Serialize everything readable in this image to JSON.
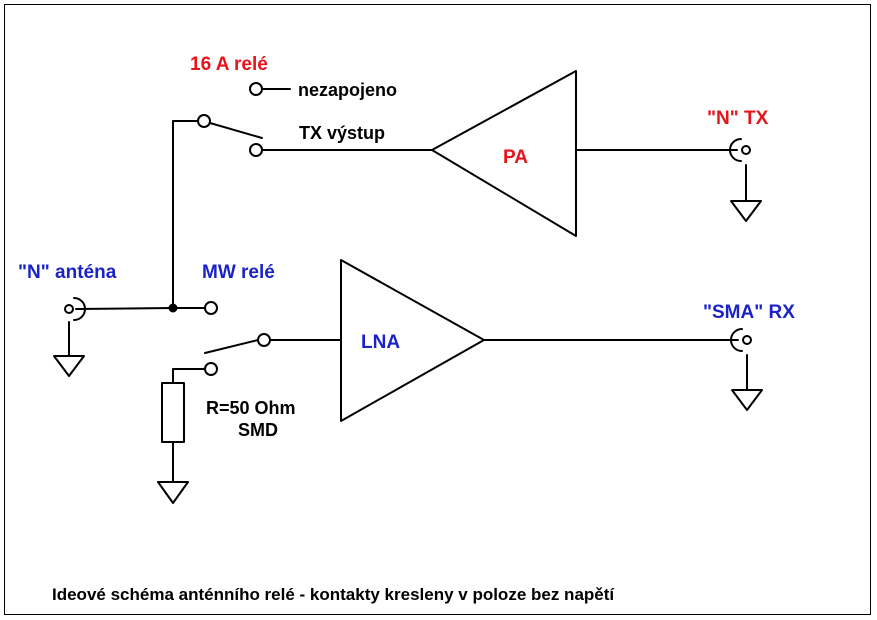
{
  "diagram": {
    "colors": {
      "line": "#000000",
      "red_label": "#e8141b",
      "blue_label": "#1a23c8",
      "background": "#ffffff"
    },
    "labels": {
      "relay_16a": "16 A relé",
      "not_connected": "nezapojeno",
      "tx_output": "TX výstup",
      "pa": "PA",
      "n_tx": "\"N\" TX",
      "n_antenna": "\"N\" anténa",
      "mw_relay": "MW relé",
      "lna": "LNA",
      "sma_rx": "\"SMA\" RX",
      "resistor_value": "R=50 Ohm",
      "resistor_type": "SMD"
    },
    "caption": "Ideové schéma anténního relé - kontakty kresleny v poloze bez napětí"
  }
}
